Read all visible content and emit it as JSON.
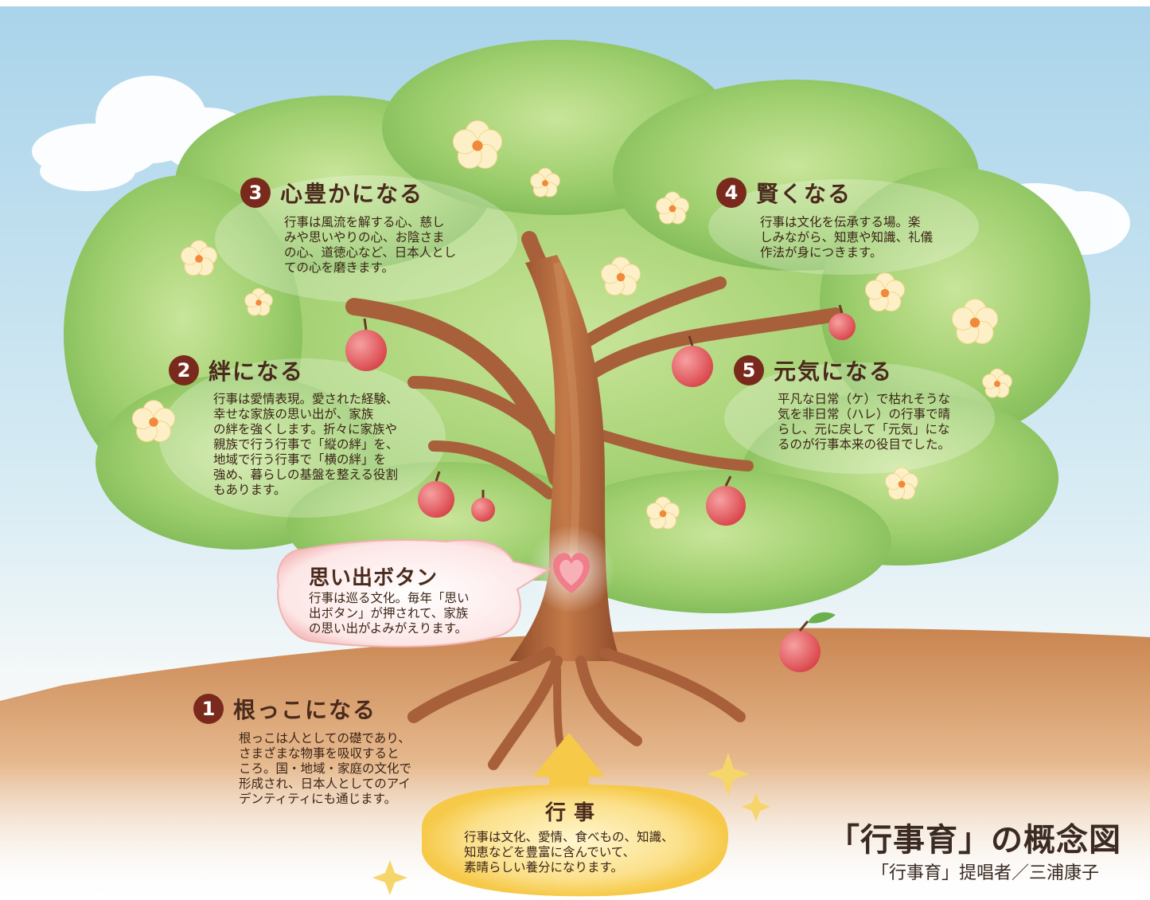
{
  "sections": [
    {
      "num": "3",
      "title": "心豊かになる",
      "body": "行事は風流を解する心、慈し\nみや思いやりの心、お陰さま\nの心、道徳心など、日本人とし\nての心を磨きます。"
    },
    {
      "num": "4",
      "title": "賢くなる",
      "body": "行事は文化を伝承する場。楽\nしみながら、知恵や知識、礼儀\n作法が身につきます。"
    },
    {
      "num": "2",
      "title": "絆になる",
      "body": "行事は愛情表現。愛された経験、\n幸せな家族の思い出が、家族\nの絆を強くします。折々に家族や\n親族で行う行事で「縦の絆」を、\n地域で行う行事で「横の絆」を\n強め、暮らしの基盤を整える役割\nもあります。"
    },
    {
      "num": "5",
      "title": "元気になる",
      "body": "平凡な日常（ケ）で枯れそうな\n気を非日常（ハレ）の行事で晴\nらし、元に戻して「元気」にな\nるのが行事本来の役目でした。"
    },
    {
      "num": "1",
      "title": "根っこになる",
      "body": "根っこは人としての礎であり、\nさまざまな物事を吸収すると\nころ。国・地域・家庭の文化で\n形成され、日本人としてのアイ\nデンティティにも通じます。"
    }
  ],
  "memory_button": {
    "title": "思い出ボタン",
    "body": "行事は巡る文化。毎年「思い\n出ボタン」が押されて、家族\nの思い出がよみがえります。"
  },
  "gyoji": {
    "title": "行事",
    "body": "行事は文化、愛情、食べもの、知識、\n知恵などを豊富に含んでいて、\n素晴らしい養分になります。"
  },
  "main_title": "「行事育」の概念図",
  "author": "「行事育」提唱者／三浦康子",
  "colors": {
    "leaf": "#8cc460",
    "trunk": "#a8603a",
    "number_badge": "#7a2a1c",
    "apple": "#e05a5a",
    "sky": "#bfe0ef",
    "ground": "#c98550"
  }
}
